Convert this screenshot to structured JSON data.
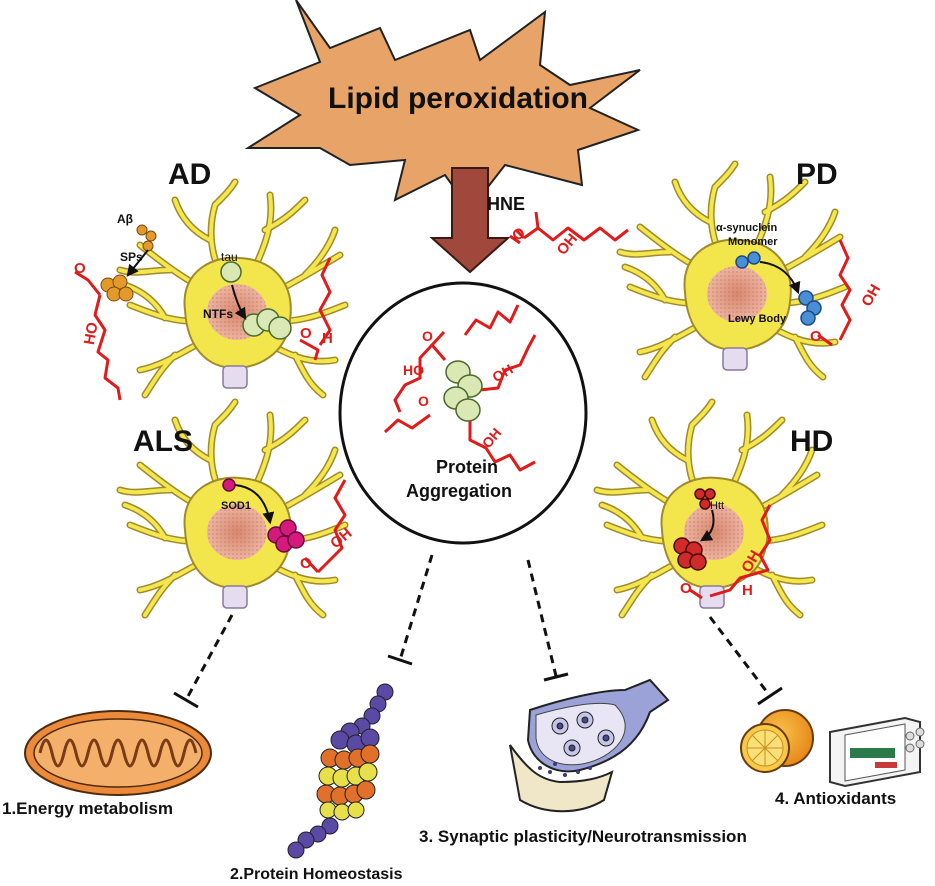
{
  "center": {
    "burst_label": "Lipid peroxidation",
    "hne_label": "HNE",
    "aggregation_line1": "Protein",
    "aggregation_line2": "Aggregation"
  },
  "diseases": {
    "ad": {
      "title": "AD",
      "abeta": "Aβ",
      "sps": "SPs",
      "tau": "tau",
      "ntfs": "NTFs"
    },
    "pd": {
      "title": "PD",
      "monomer_line1": "α-synuclein",
      "monomer_line2": "Monomer",
      "lewy": "Lewy Body"
    },
    "als": {
      "title": "ALS",
      "sod1": "SOD1"
    },
    "hd": {
      "title": "HD",
      "htt": "Htt"
    }
  },
  "outcomes": {
    "energy": "1.Energy metabolism",
    "protein": "2.Protein Homeostasis",
    "synaptic": "3. Synaptic plasticity/Neurotransmission",
    "antioxidants": "4. Antioxidants"
  },
  "chem": {
    "oxygen": "O",
    "hydroxyl": "OH",
    "hydroxyl_rev": "HO",
    "hydrogen": "H"
  },
  "colors": {
    "burst_fill": "#e8a468",
    "arrow_fill": "#a0483c",
    "neuron_fill": "#f2e64c",
    "neuron_stroke": "#a08a2a",
    "nucleus_fill": "#e7a595",
    "hne_red": "#e01b1b",
    "tau_green": "#cfe3a2",
    "abeta_orange": "#e39a2b",
    "synuclein_blue": "#4a8fd6",
    "sod1_magenta": "#d6197c",
    "htt_red": "#d02a2a"
  },
  "icons": [
    "mitochondrion-icon",
    "protein-chain-icon",
    "synapse-icon",
    "orange-fruit-icon",
    "pill-box-icon"
  ]
}
